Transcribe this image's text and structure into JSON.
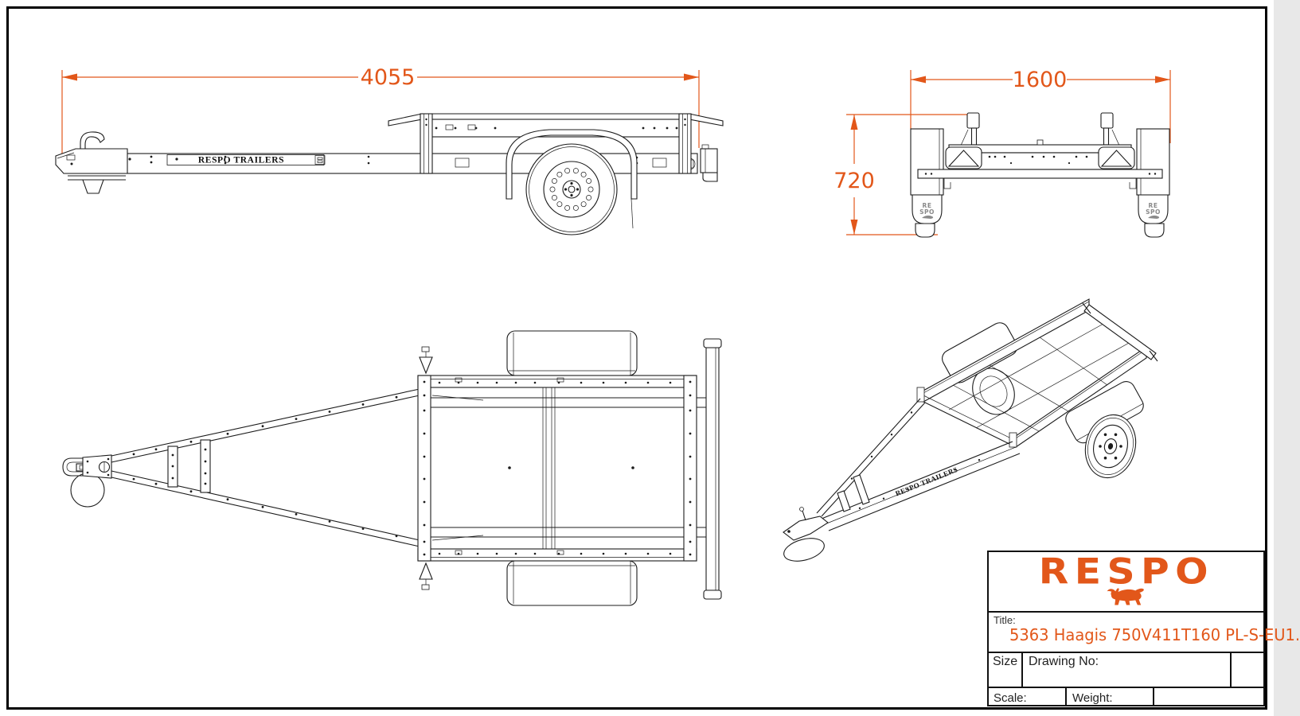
{
  "colors": {
    "accent": "#E2571A",
    "line": "#1C1C1C",
    "background": "#FFFFFF"
  },
  "dimensions": {
    "length": "4055",
    "width": "1600",
    "height": "720"
  },
  "branding": {
    "logo_text": "RESPO",
    "beam_label": "RESPO TRAILERS",
    "fender_logo_top": "RE",
    "fender_logo_bottom": "SPO"
  },
  "title_block": {
    "title_label": "Title:",
    "title_value": "5363 Haagis 750V411T160 PL-S-EU1.",
    "size_label": "Size",
    "drawing_no_label": "Drawing No:",
    "scale_label": "Scale:",
    "weight_label": "Weight:"
  }
}
